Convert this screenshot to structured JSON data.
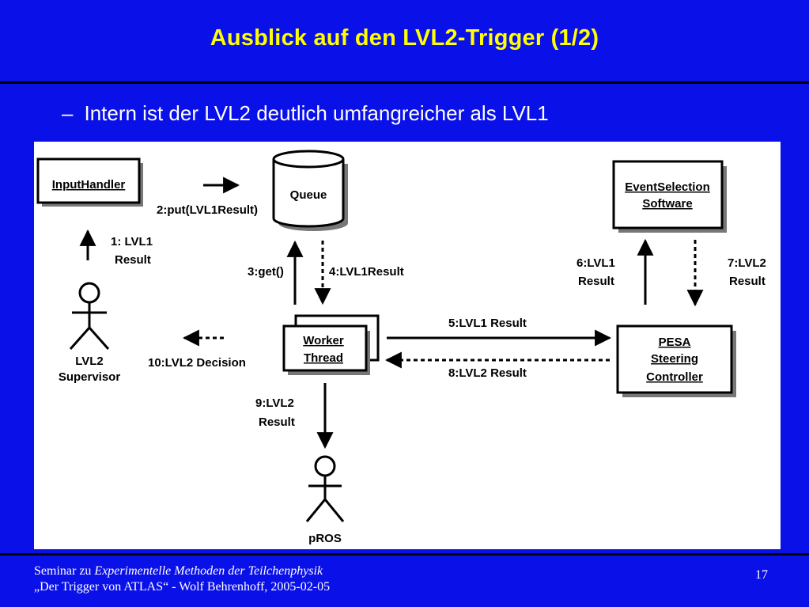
{
  "slide": {
    "title": "Ausblick auf den LVL2-Trigger (1/2)",
    "bullet_marker": "–",
    "bullet_text": "Intern ist der LVL2 deutlich umfangreicher als LVL1"
  },
  "diagram": {
    "input_handler": "InputHandler",
    "queue": "Queue",
    "event_selection_line1": "EventSelection",
    "event_selection_line2": "Software",
    "worker_line1": "Worker",
    "worker_line2": "Thread",
    "pesa_line1": "PESA",
    "pesa_line2": "Steering",
    "pesa_line3": "Controller",
    "supervisor_line1": "LVL2",
    "supervisor_line2": "Supervisor",
    "pros": "pROS",
    "msg1_line1": "1: LVL1",
    "msg1_line2": "Result",
    "msg2": "2:put(LVL1Result)",
    "msg3": "3:get()",
    "msg4": "4:LVL1Result",
    "msg5": "5:LVL1 Result",
    "msg6_line1": "6:LVL1",
    "msg6_line2": "Result",
    "msg7_line1": "7:LVL2",
    "msg7_line2": "Result",
    "msg8": "8:LVL2 Result",
    "msg9_line1": "9:LVL2",
    "msg9_line2": "Result",
    "msg10": "10:LVL2 Decision"
  },
  "footer": {
    "line1_prefix": "Seminar zu ",
    "line1_italic": "Experimentelle Methoden der Teilchenphysik",
    "line2": "„Der Trigger von ATLAS“ - Wolf Behrenhoff, 2005-02-05",
    "page_number": "17"
  }
}
